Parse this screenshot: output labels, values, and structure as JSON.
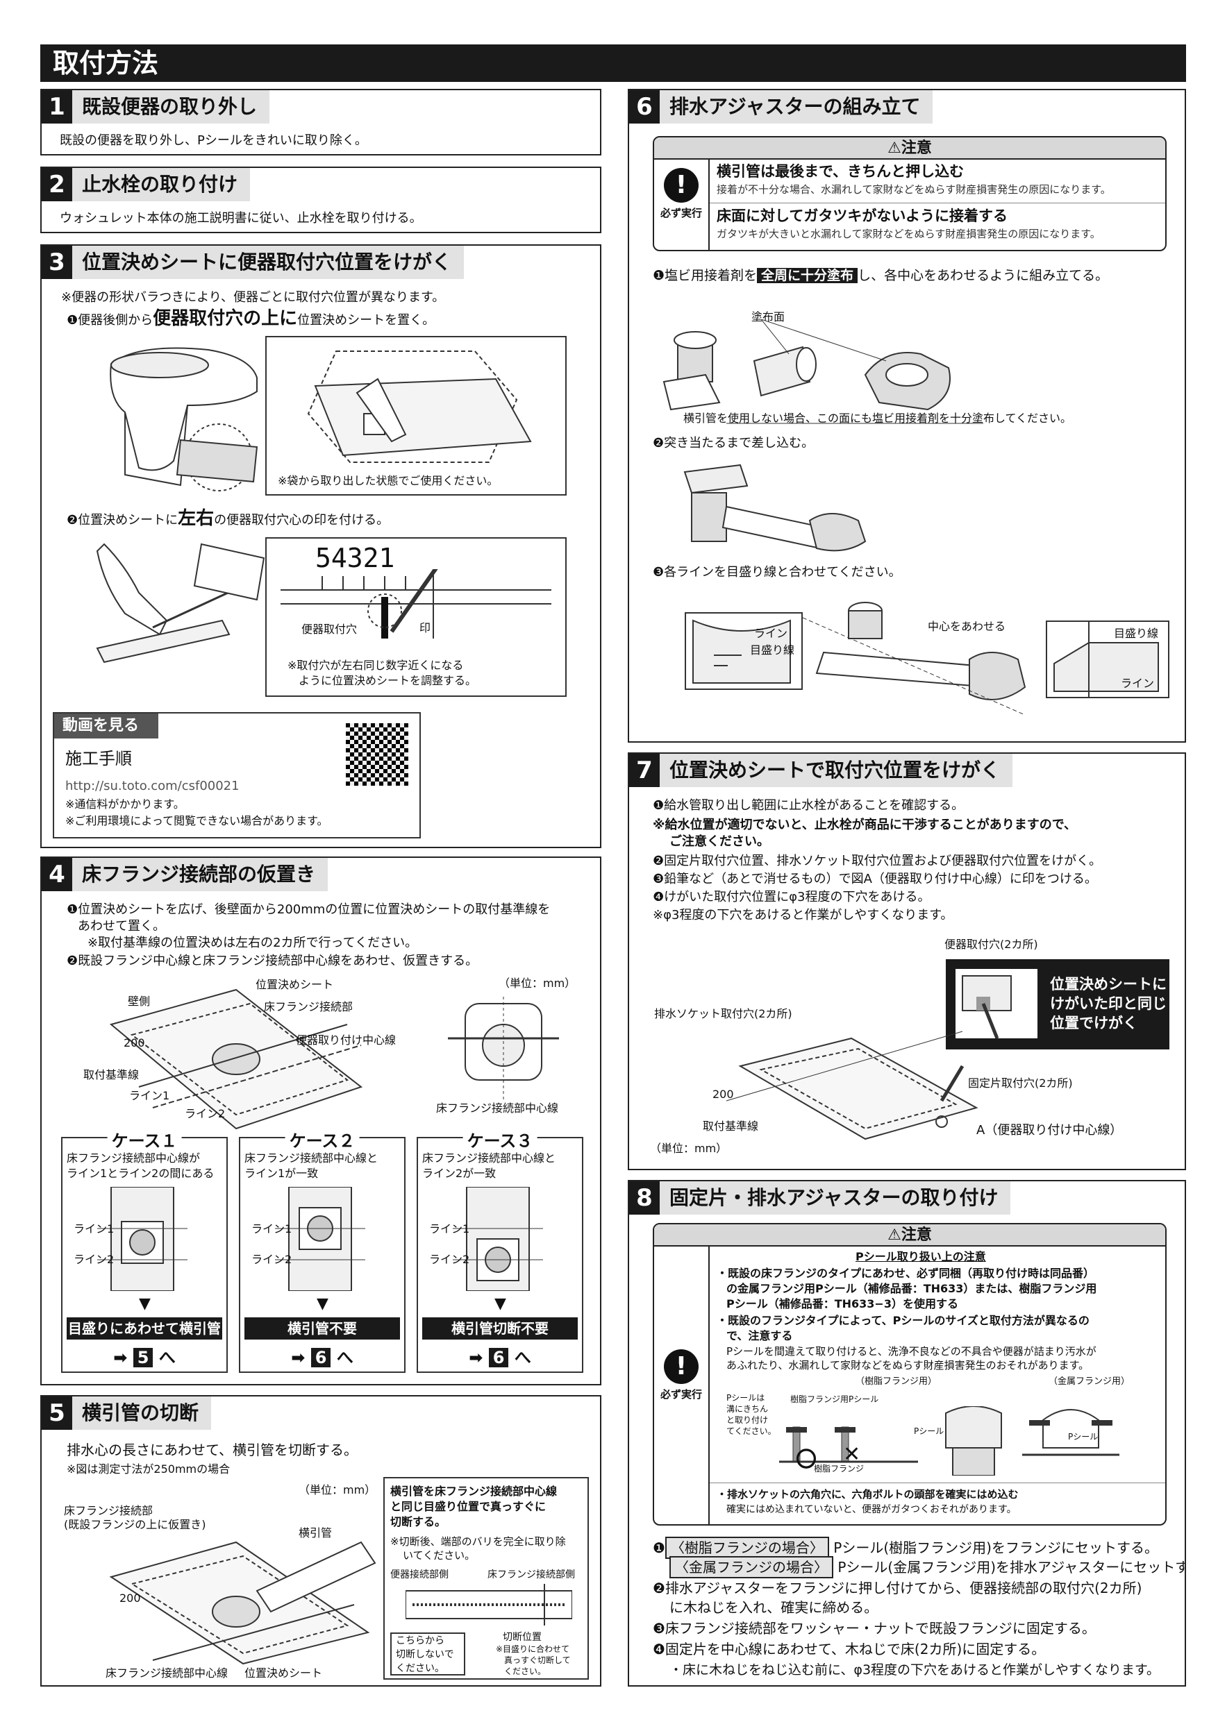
{
  "page_title": "取付方法",
  "s1": {
    "num": "1",
    "title": "既設便器の取り外し",
    "text": "既設の便器を取り外し、Pシールをきれいに取り除く。"
  },
  "s2": {
    "num": "2",
    "title": "止水栓の取り付け",
    "text": "ウォシュレット本体の施工説明書に従い、止水栓を取り付ける。"
  },
  "s3": {
    "num": "3",
    "title": "位置決めシートに便器取付穴位置をけがく",
    "note": "※便器の形状バラつきにより、便器ごとに取付穴位置が異なります。",
    "step1_pre": "❶便器後側から",
    "step1_em": "便器取付穴の上に",
    "step1_post": "位置決めシートを置く。",
    "ill1_note": "※袋から取り出した状態でご使用ください。",
    "step2_pre": "❷位置決めシートに",
    "step2_em": "左右",
    "step2_post": "の便器取付穴心の印を付ける。",
    "scale": "54321",
    "label_hole": "便器取付穴",
    "label_mark": "印",
    "ill2_note1": "※取付穴が左右同じ数字近くになる",
    "ill2_note2": "ように位置決めシートを調整する。",
    "video_head": "動画を見る",
    "video_title": "施工手順",
    "video_url": "http://su.toto.com/csf00021",
    "video_note1": "※通信料がかかります。",
    "video_note2": "※ご利用環境によって閲覧できない場合があります。"
  },
  "s4": {
    "num": "4",
    "title": "床フランジ接続部の仮置き",
    "step1a": "❶位置決めシートを広げ、後壁面から200mmの位置に位置決めシートの取付基準線を",
    "step1b": "あわせて置く。",
    "step1c": "※取付基準線の位置決めは左右の2カ所で行ってください。",
    "step2": "❷既設フランジ中心線と床フランジ接続部中心線をあわせ、仮置きする。",
    "unit": "（単位：mm）",
    "lbl_wall": "壁側",
    "lbl_sheet": "位置決めシート",
    "lbl_flange": "床フランジ接続部",
    "lbl_center": "便器取り付け中心線",
    "lbl_200": "200",
    "lbl_base": "取付基準線",
    "lbl_line1": "ライン1",
    "lbl_line2": "ライン2",
    "lbl_fcenter": "床フランジ接続部中心線",
    "cases": [
      {
        "title": "ケース１",
        "desc1": "床フランジ接続部中心線が",
        "desc2": "ライン1とライン2の間にある",
        "l1": "ライン1",
        "l2": "ライン2",
        "result": "目盛りにあわせて横引管切断",
        "goto": "5"
      },
      {
        "title": "ケース２",
        "desc1": "床フランジ接続部中心線と",
        "desc2": "ライン1が一致",
        "l1": "ライン1",
        "l2": "ライン2",
        "result": "横引管不要",
        "goto": "6"
      },
      {
        "title": "ケース３",
        "desc1": "床フランジ接続部中心線と",
        "desc2": "ライン2が一致",
        "l1": "ライン1",
        "l2": "ライン2",
        "result": "横引管切断不要",
        "goto": "6"
      }
    ],
    "goto_suffix": "へ",
    "arrow": "➡"
  },
  "s5": {
    "num": "5",
    "title": "横引管の切断",
    "text": "排水心の長さにあわせて、横引管を切断する。",
    "note": "※図は測定寸法が250mmの場合",
    "unit": "（単位：mm）",
    "lbl_flange1": "床フランジ接続部",
    "lbl_flange2": "(既設フランジの上に仮置き)",
    "lbl_pipe": "横引管",
    "lbl_200": "200",
    "lbl_fcenter": "床フランジ接続部中心線",
    "lbl_sheet": "位置決めシート",
    "box1": "横引管を床フランジ接続部中心線",
    "box2": "と同じ目盛り位置で真っすぐに",
    "box3": "切断する。",
    "box4": "※切断後、端部のバリを完全に取り除",
    "box5": "いてください。",
    "lbl_side1": "便器接続部側",
    "lbl_side2": "床フランジ接続部側",
    "lbl_no1": "こちらから",
    "lbl_no2": "切断しないで",
    "lbl_no3": "ください。",
    "lbl_cut": "切断位置",
    "lbl_cut2": "※目盛りに合わせて",
    "lbl_cut3": "真っすぐ切断して",
    "lbl_cut4": "ください。"
  },
  "s6": {
    "num": "6",
    "title": "排水アジャスターの組み立て",
    "caution": "⚠注意",
    "must": "必ず実行",
    "c1_title": "横引管は最後まで、きちんと押し込む",
    "c1_text": "接着が不十分な場合、水漏れして家財などをぬらす財産損害発生の原因になります。",
    "c2_title": "床面に対してガタツキがないように接着する",
    "c2_text": "ガタツキが大きいと水漏れして家財などをぬらす財産損害発生の原因になります。",
    "step1_pre": "❶塩ビ用接着剤を",
    "step1_hl": "全周に十分塗布",
    "step1_post": "し、各中心をあわせるように組み立てる。",
    "lbl_coat": "塗布面",
    "note1": "横引管を使用しない場合、この面にも塩ビ用接着剤を十分塗布してください。",
    "step2": "❷突き当たるまで差し込む。",
    "step3": "❸各ラインを目盛り線と合わせてください。",
    "lbl_line": "ライン",
    "lbl_scale": "目盛り線",
    "lbl_center": "中心をあわせる"
  },
  "s7": {
    "num": "7",
    "title": "位置決めシートで取付穴位置をけがく",
    "step1": "❶給水管取り出し範囲に止水栓があることを確認する。",
    "note1": "※給水位置が適切でないと、止水栓が商品に干渉することがありますので、",
    "note2": "ご注意ください。",
    "step2": "❷固定片取付穴位置、排水ソケット取付穴位置および便器取付穴位置をけがく。",
    "step3": "❸鉛筆など（あとで消せるもの）で図A（便器取り付け中心線）に印をつける。",
    "step4": "❹けがいた取付穴位置にφ3程度の下穴をあける。",
    "note3": "※φ3程度の下穴をあけると作業がしやすくなります。",
    "lbl_hole": "便器取付穴(2カ所)",
    "lbl_box1": "位置決めシートに",
    "lbl_box2": "けがいた印と同じ",
    "lbl_box3": "位置でけがく",
    "lbl_socket": "排水ソケット取付穴(2カ所)",
    "lbl_fix": "固定片取付穴(2カ所)",
    "lbl_200": "200",
    "lbl_base": "取付基準線",
    "lbl_a": "A（便器取り付け中心線）",
    "unit": "（単位：mm）"
  },
  "s8": {
    "num": "8",
    "title": "固定片・排水アジャスターの取り付け",
    "caution": "⚠注意",
    "must": "必ず実行",
    "sub": "Pシール取り扱い上の注意",
    "b1": "・既設の床フランジのタイプにあわせ、必ず同梱（再取り付け時は同品番）",
    "b2": "の金属フランジ用Pシール（補修品番：TH633）または、樹脂フランジ用",
    "b3": "Pシール（補修品番：TH633−3）を使用する",
    "b4": "・既設のフランジタイプによって、Pシールのサイズと取付方法が異なるの",
    "b5": "で、注意する",
    "b6": "Pシールを間違えて取り付けると、洗浄不良などの不具合や便器が詰まり汚水が",
    "b7": "あふれたり、水漏れして家財などをぬらす財産損害発生のおそれがあります。",
    "lbl_resin": "（樹脂フランジ用）",
    "lbl_metal": "（金属フランジ用）",
    "lbl_ps1": "Pシールは",
    "lbl_ps2": "溝にきちん",
    "lbl_ps3": "と取り付け",
    "lbl_ps4": "てください。",
    "lbl_rp": "樹脂フランジ用Pシール",
    "lbl_rf": "樹脂フランジ",
    "lbl_p": "Pシール",
    "lbl_p2": "Pシール",
    "ok": "〇",
    "ng": "✕",
    "b8": "・排水ソケットの六角穴に、六角ボルトの頭部を確実にはめ込む",
    "b9": "確実にはめ込まれていないと、便器がガタつくおそれがあります。",
    "step1_tag1": "〈樹脂フランジの場合〉",
    "step1_txt1": "Pシール(樹脂フランジ用)をフランジにセットする。",
    "step1_tag2": "〈金属フランジの場合〉",
    "step1_txt2": "Pシール(金属フランジ用)を排水アジャスターにセットする。",
    "step1_num": "❶",
    "step2a": "❷排水アジャスターをフランジに押し付けてから、便器接続部の取付穴(2カ所)",
    "step2b": "に木ねじを入れ、確実に締める。",
    "step3": "❸床フランジ接続部をワッシャー・ナットで既設フランジに固定する。",
    "step4": "❹固定片を中心線にあわせて、木ねじで床(2カ所)に固定する。",
    "step4n": "・床に木ねじをねじ込む前に、φ3程度の下穴をあけると作業がしやすくなります。"
  }
}
